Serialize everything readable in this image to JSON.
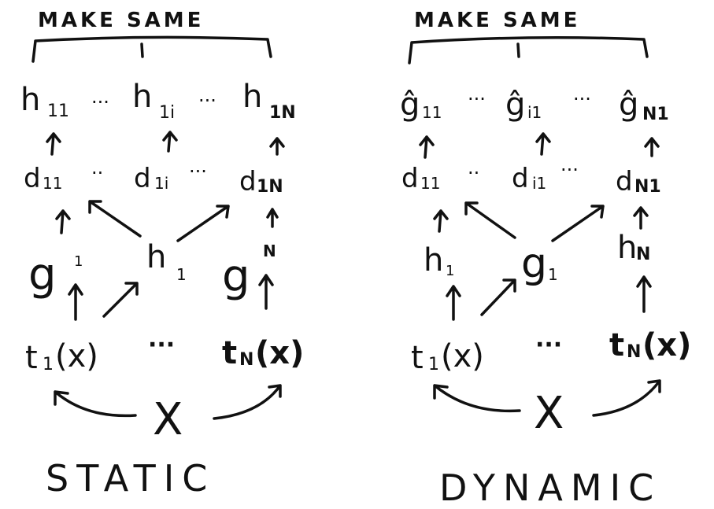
{
  "static": {
    "heading": "MAKE SAME",
    "top_row": [
      "h",
      "11",
      "···",
      "h",
      "1i",
      "···",
      "h",
      "1N"
    ],
    "d_row": [
      "d",
      "11",
      "··",
      "d",
      "1i",
      "···",
      "d",
      "1N"
    ],
    "mid_row": [
      "g",
      "1",
      "h",
      "1",
      "g",
      "N"
    ],
    "t_row": [
      "t",
      "1",
      "(x)",
      "···",
      "t",
      "N",
      "(x)"
    ],
    "input": "X",
    "caption": "STATIC"
  },
  "dynamic": {
    "heading": "MAKE SAME",
    "top_row": [
      "ĝ",
      "11",
      "···",
      "ĝ",
      "i1",
      "···",
      "ĝ",
      "N1"
    ],
    "d_row": [
      "d",
      "11",
      "··",
      "d",
      "i1",
      "···",
      "d",
      "N1"
    ],
    "mid_row": [
      "h",
      "1",
      "g",
      "1",
      "h",
      "N"
    ],
    "t_row": [
      "t",
      "1",
      "(x)",
      "···",
      "t",
      "N",
      "(x)"
    ],
    "input": "X",
    "caption": "DYNAMIC"
  }
}
